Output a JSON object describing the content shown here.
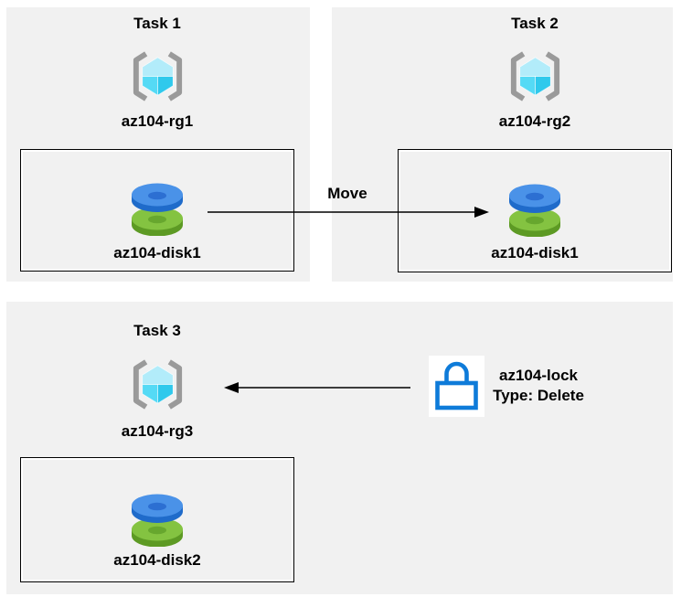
{
  "diagram": {
    "panels": [
      {
        "title": "Task 1",
        "resource_group": "az104-rg1",
        "disk": "az104-disk1"
      },
      {
        "title": "Task 2",
        "resource_group": "az104-rg2",
        "disk": "az104-disk1"
      },
      {
        "title": "Task 3",
        "resource_group": "az104-rg3",
        "disk": "az104-disk2"
      }
    ],
    "move_arrow": {
      "label": "Move",
      "direction": "left-to-right"
    },
    "lock": {
      "name": "az104-lock",
      "type": "Type: Delete",
      "arrow_direction": "right-to-left"
    },
    "icons": {
      "resource_group": "resource-group-icon",
      "disk": "managed-disk-icon",
      "lock": "delete-lock-icon"
    },
    "colors": {
      "panel_bg": "#f1f1f1",
      "box_border": "#000000",
      "box_inner_stroke": "#ffffff",
      "arrow": "#000000",
      "text": "#000000",
      "rg_bracket": "#9a9a9a",
      "rg_cube_light": "#b2ecfa",
      "rg_cube_mid": "#55daf5",
      "rg_cube_dark": "#2fc9ec",
      "disk_blue_top": "#4a92e8",
      "disk_blue_side": "#1f6bca",
      "disk_blue_hole": "#2c6fd2",
      "disk_green_top": "#84c341",
      "disk_green_side": "#5d9a24",
      "disk_green_hole": "#67a72e",
      "lock_blue": "#0e7bd9",
      "lock_tile_bg": "#ffffff"
    }
  }
}
